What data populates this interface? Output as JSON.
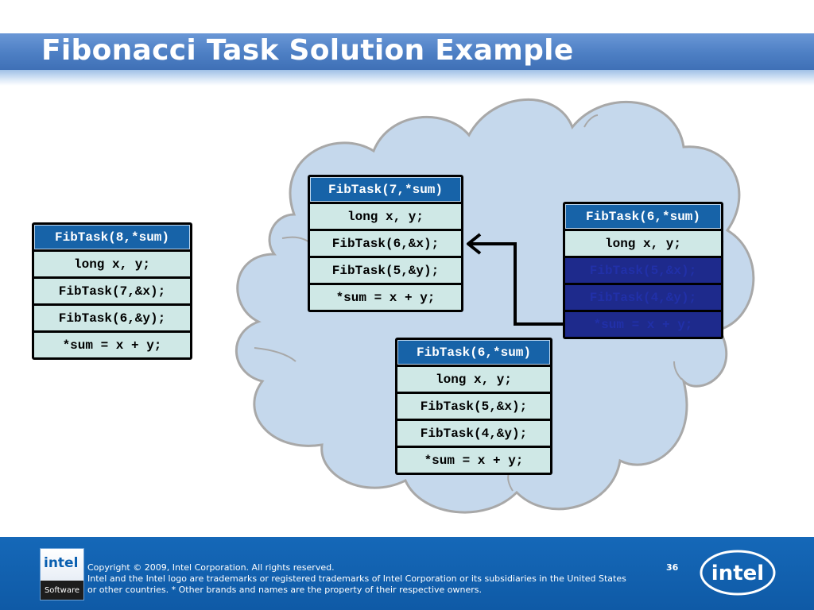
{
  "slide": {
    "title": "Fibonacci Task Solution Example"
  },
  "tasks": {
    "fib8": {
      "header": "FibTask(8,*sum)",
      "lines": [
        "long x, y;",
        "FibTask(7,&x);",
        "FibTask(6,&y);",
        "*sum = x + y;"
      ]
    },
    "fib7": {
      "header": "FibTask(7,*sum)",
      "lines": [
        "long x, y;",
        "FibTask(6,&x);",
        "FibTask(5,&y);",
        "*sum = x + y;"
      ]
    },
    "fib6a": {
      "header": "FibTask(6,*sum)",
      "lines": [
        "long x, y;",
        "FibTask(5,&x);",
        "FibTask(4,&y);",
        "*sum = x + y;"
      ]
    },
    "fib6b": {
      "header": "FibTask(6,*sum)",
      "lines": [
        "long x, y;",
        "FibTask(5,&x);",
        "FibTask(4,&y);",
        "*sum = x + y;"
      ]
    }
  },
  "footer": {
    "logo_word": "intel",
    "logo_sub": "Software",
    "copyright_lines": [
      "Copyright © 2009, Intel Corporation. All rights reserved.",
      "Intel and the Intel logo are trademarks or registered trademarks of Intel Corporation or its subsidiaries in the United States",
      "or other countries. * Other brands and names are the property of their respective owners."
    ],
    "page_number": "36",
    "brand_logo": "intel"
  },
  "colors": {
    "title_bar": "#4d7fc4",
    "cloud_fill": "#c5d8ec",
    "cloud_stroke": "#b0b0b0",
    "task_header": "#1763a8",
    "task_body": "#cfe8e6",
    "task_dark": "#1e2a8c",
    "footer": "#0f5aa6"
  }
}
